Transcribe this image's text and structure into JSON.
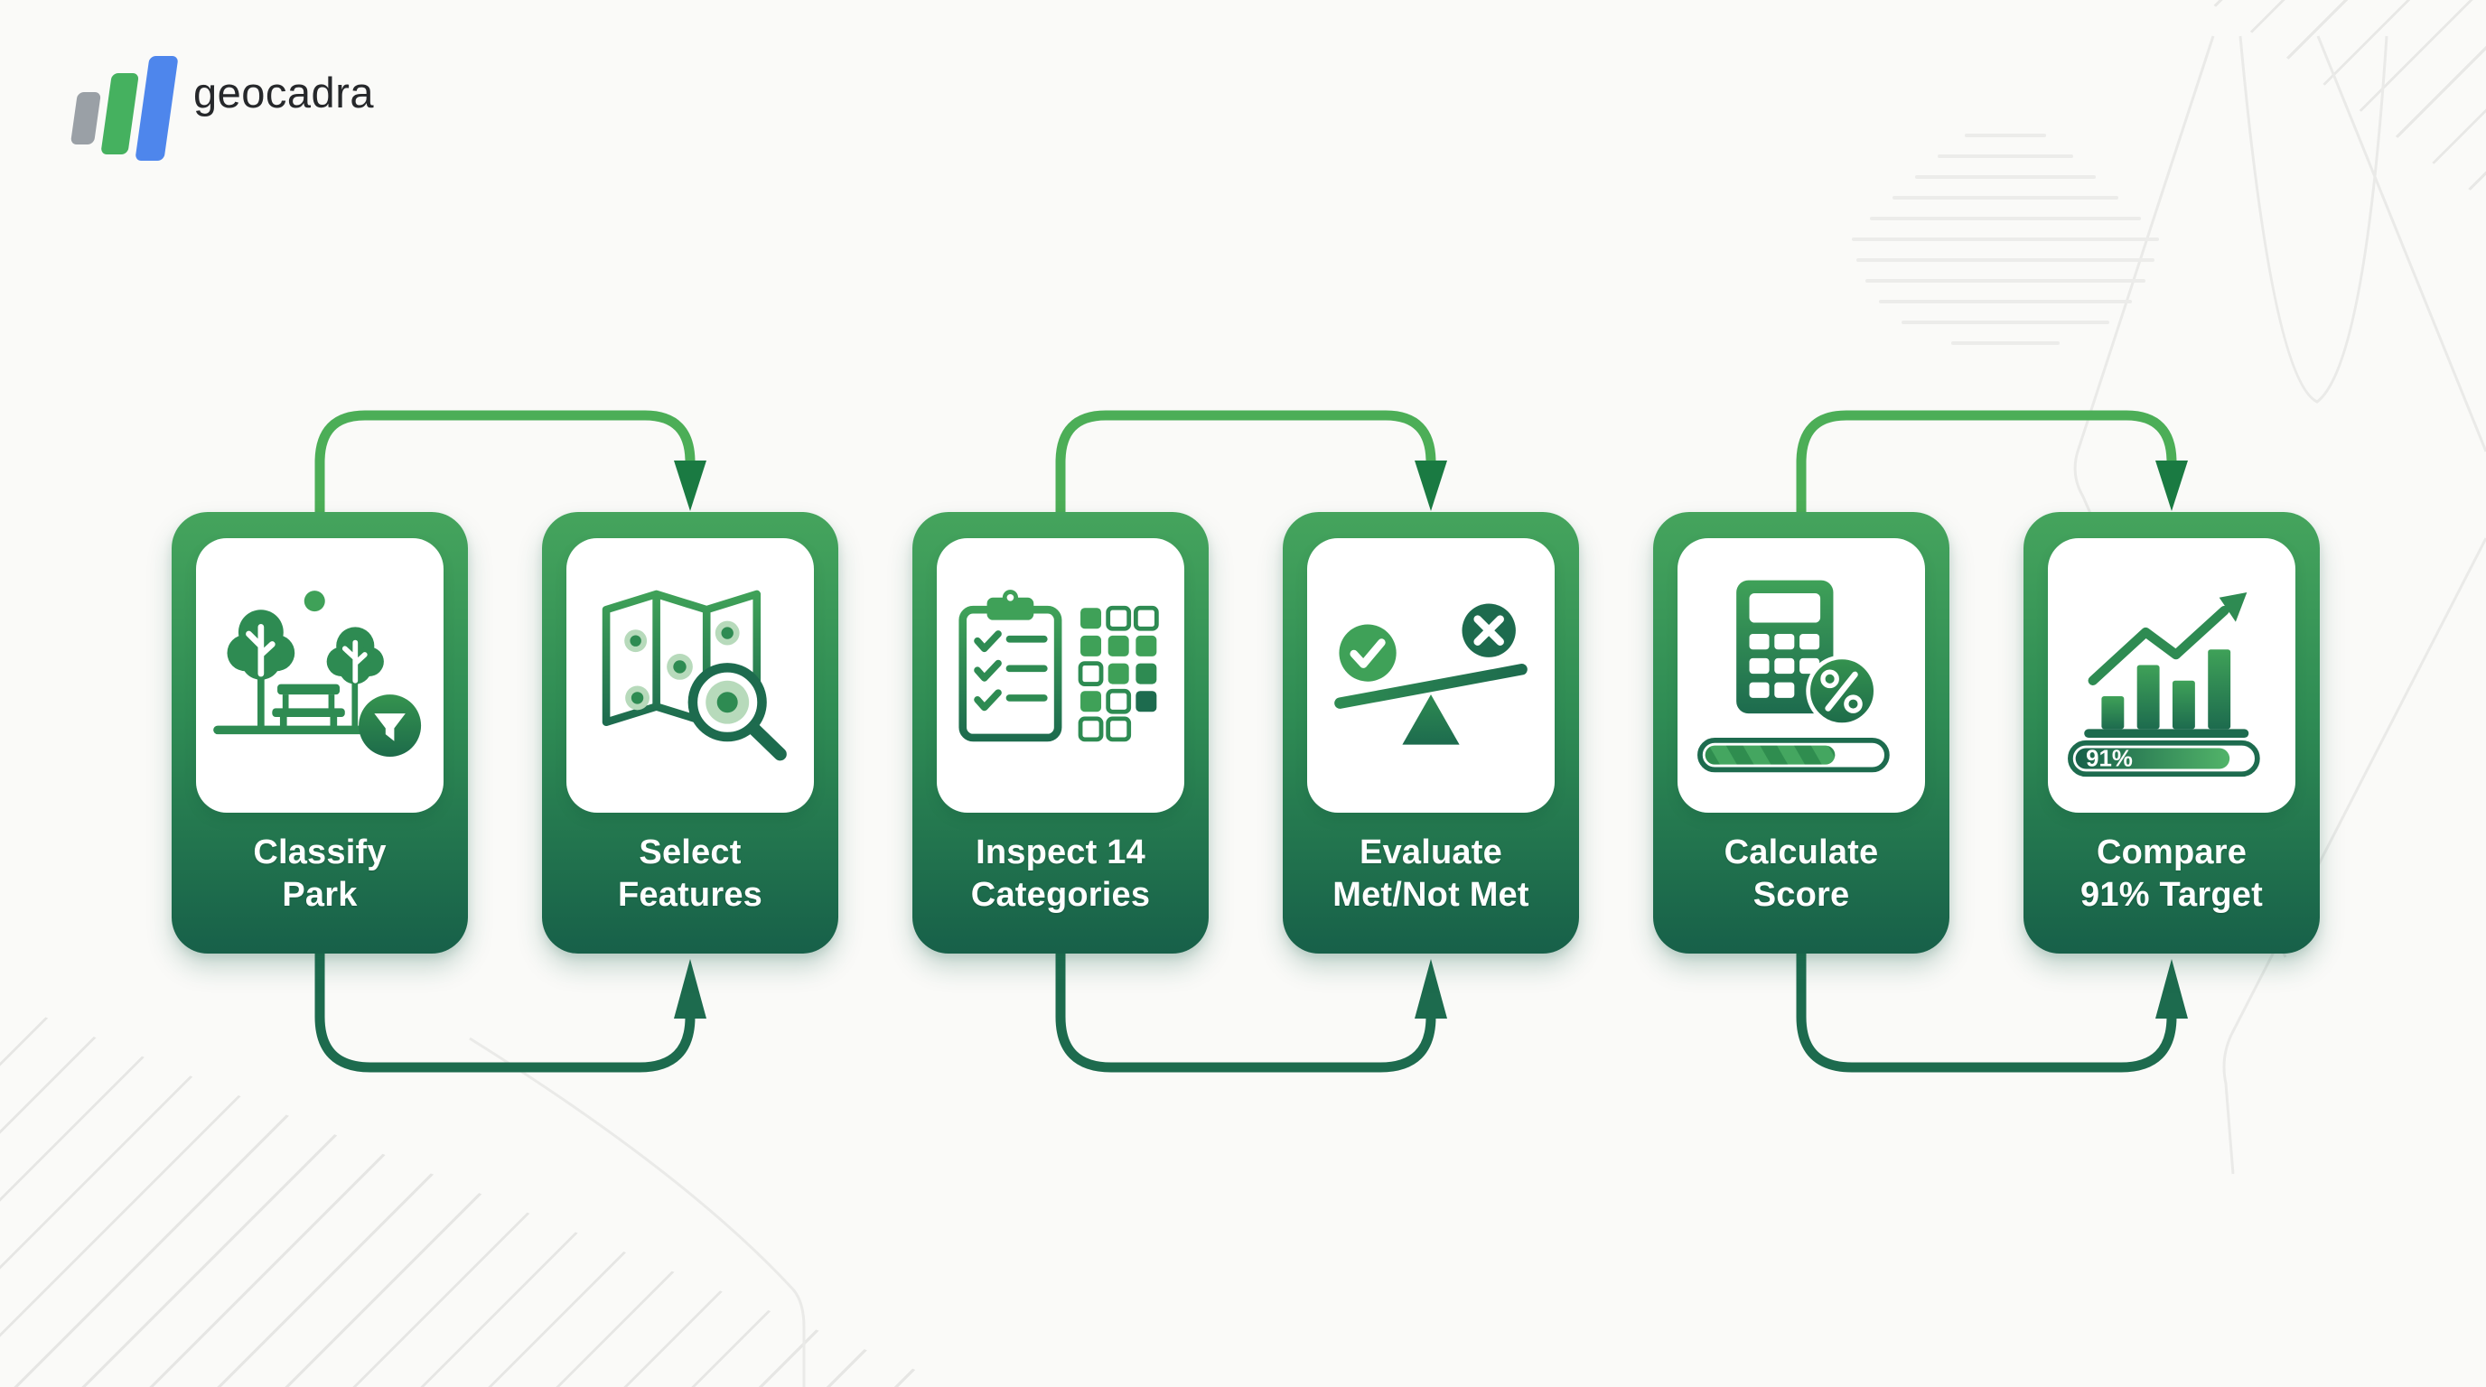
{
  "page": {
    "background_color": "#fafaf8",
    "diagram_type": "process-flow"
  },
  "logo": {
    "text": "geocadra",
    "bar_colors": {
      "gray": "#9aa0a6",
      "green": "#45b15f",
      "blue": "#4e86ec"
    }
  },
  "flow": {
    "steps": [
      {
        "label_line1": "Classify",
        "label_line2": "Park",
        "icon": "park-trees-bench-filter-icon"
      },
      {
        "label_line1": "Select",
        "label_line2": "Features",
        "icon": "map-magnifier-icon"
      },
      {
        "label_line1": "Inspect 14",
        "label_line2": "Categories",
        "icon": "clipboard-checklist-grid-icon",
        "grid_squares_count": 14
      },
      {
        "label_line1": "Evaluate",
        "label_line2": "Met/Not Met",
        "icon": "balance-check-cross-icon"
      },
      {
        "label_line1": "Calculate",
        "label_line2": "Score",
        "icon": "calculator-percent-progress-icon"
      },
      {
        "label_line1": "Compare",
        "label_line2": "91% Target",
        "icon": "growth-chart-progress-icon",
        "progress_label": "91%"
      }
    ],
    "connectors": [
      {
        "from": "Classify Park",
        "to": "Select Features",
        "position": "top",
        "color": "#4cae57"
      },
      {
        "from": "Classify Park",
        "to": "Select Features",
        "position": "bottom",
        "color": "#1d6b4e"
      },
      {
        "from": "Inspect 14 Categories",
        "to": "Evaluate Met/Not Met",
        "position": "top",
        "color": "#4cae57"
      },
      {
        "from": "Inspect 14 Categories",
        "to": "Evaluate Met/Not Met",
        "position": "bottom",
        "color": "#1d6b4e"
      },
      {
        "from": "Calculate Score",
        "to": "Compare 91% Target",
        "position": "top",
        "color": "#4cae57"
      },
      {
        "from": "Calculate Score",
        "to": "Compare 91% Target",
        "position": "bottom",
        "color": "#1d6b4e"
      }
    ]
  },
  "colors": {
    "card_gradient_top": "#45a45d",
    "card_gradient_bottom": "#176049",
    "icon_green": "#2e8b52",
    "icon_bright_green": "#3fa158",
    "icon_dark_green": "#1d6b4e",
    "icon_pale_green": "#b7dabb"
  }
}
